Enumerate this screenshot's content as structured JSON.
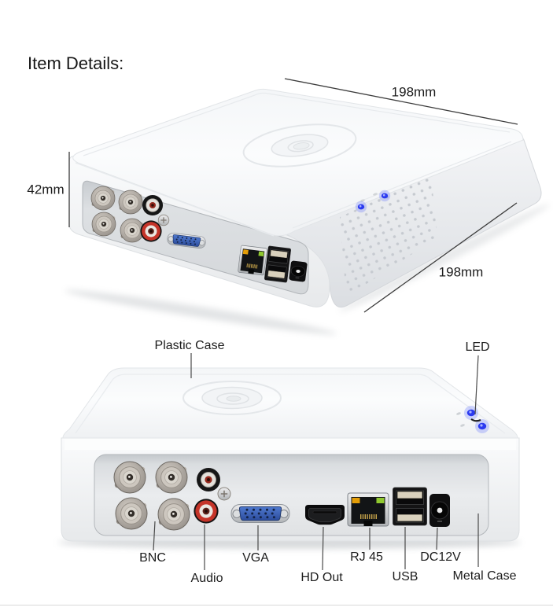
{
  "page": {
    "title": "Item Details:"
  },
  "colors": {
    "label_text": "#1c1c1c",
    "annotation_line": "#4a4a4a",
    "led_blue": "#2b3af0",
    "case_white": "#fafbfc",
    "panel_gray": "#dfe2e4",
    "vga_blue": "#3c63b0",
    "rj45_led_orange": "#e39d07",
    "rj45_led_green": "#90c92f"
  },
  "top_view": {
    "description": "Angled view of white mini DVR case with rear ports, blue LEDs and vent holes",
    "dimensions": {
      "top_width": "198mm",
      "height": "42mm",
      "side_depth": "198mm"
    }
  },
  "rear_view": {
    "description": "Straight-on rear panel view of the DVR",
    "callouts": {
      "plastic_case": "Plastic Case",
      "led": "LED"
    },
    "ports": {
      "bnc": "BNC",
      "audio": "Audio",
      "vga": "VGA",
      "hd_out": "HD Out",
      "rj45": "RJ 45",
      "usb": "USB",
      "dc12v": "DC12V",
      "metal_case": "Metal Case"
    }
  }
}
